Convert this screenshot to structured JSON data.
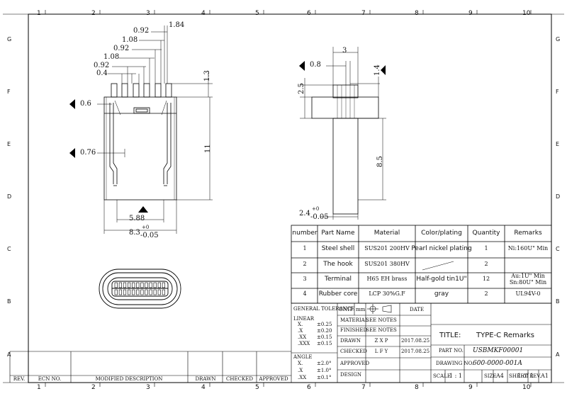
{
  "frame": {
    "columns": [
      "1",
      "2",
      "3",
      "4",
      "5",
      "6",
      "7",
      "8",
      "9",
      "10"
    ],
    "rows": [
      "G",
      "F",
      "E",
      "D",
      "C",
      "B",
      "A"
    ]
  },
  "front_view": {
    "dims": [
      "1.84",
      "0.92",
      "1.08",
      "0.92",
      "1.08",
      "0.92",
      "0.4",
      "1.3",
      "11",
      "0.6",
      "0.76",
      "5.88",
      "8.3",
      "+0",
      "-0.05"
    ]
  },
  "side_view": {
    "dims": [
      "3",
      "0.8",
      "1.4",
      "2.5",
      "8.5",
      "2.4",
      "+0",
      "-0.05"
    ]
  },
  "bom": {
    "headers": [
      "number",
      "Part Name",
      "Material",
      "Color/plating",
      "Quantity",
      "Remarks"
    ],
    "rows": [
      [
        "1",
        "Steel shell",
        "SUS201 200HV",
        "Pearl nickel plating",
        "1",
        "Ni:160U\" Min"
      ],
      [
        "2",
        "The hook",
        "SUS201 380HV",
        "/",
        "2",
        ""
      ],
      [
        "3",
        "Terminal",
        "H65 EH brass",
        "Half-gold tin1U\"",
        "12",
        "Au:1U\" Min|Sn:80U\" Min"
      ],
      [
        "4",
        "Rubber core",
        "LCP 30%G.F",
        "gray",
        "2",
        "UL94V-0"
      ]
    ]
  },
  "title_block": {
    "general_tolerance": "GENERAL TOLERANCE",
    "linear_label": "LINEAR",
    "linear": [
      [
        "X.",
        "±0.25"
      ],
      [
        ".X",
        "±0.20"
      ],
      [
        ".XX",
        "±0.15"
      ],
      [
        ".XXX",
        "±0.15"
      ]
    ],
    "angle_label": "ANGLE",
    "angle": [
      [
        "X.",
        "±2.0°"
      ],
      [
        ".X",
        "±1.0°"
      ],
      [
        ".XX",
        "±0.1°"
      ]
    ],
    "unit_label": "UNIT",
    "unit_value": "mm",
    "date_label": "DATE",
    "rows": [
      [
        "MATERIAL",
        "SEE NOTES",
        ""
      ],
      [
        "FINISHED",
        "SEE NOTES",
        ""
      ],
      [
        "DRAWN",
        "Z X P",
        "2017.08.25"
      ],
      [
        "CHECKED",
        "L F Y",
        "2017.08.25"
      ],
      [
        "APPROVED",
        "",
        ""
      ],
      [
        "DESIGN",
        "",
        ""
      ]
    ],
    "title_label": "TITLE:",
    "title_value": "TYPE-C Remarks",
    "part_no_label": "PART NO.",
    "part_no": "USBMKF00001",
    "drawing_no_label": "DRAWING NO.",
    "drawing_no": "600-0000-001A",
    "scale_label": "SCALE",
    "scale": "1 : 1",
    "size_label": "SIZE",
    "size": "A4",
    "sheet_label": "SHEET",
    "sheet": "1 of 1",
    "rev_label": "REV.",
    "rev": "A1"
  },
  "revision_block": {
    "headers": [
      "REV.",
      "ECN NO.",
      "MODIFIED DESCRIPTION",
      "DRAWN",
      "CHECKED",
      "APPROVED"
    ]
  }
}
